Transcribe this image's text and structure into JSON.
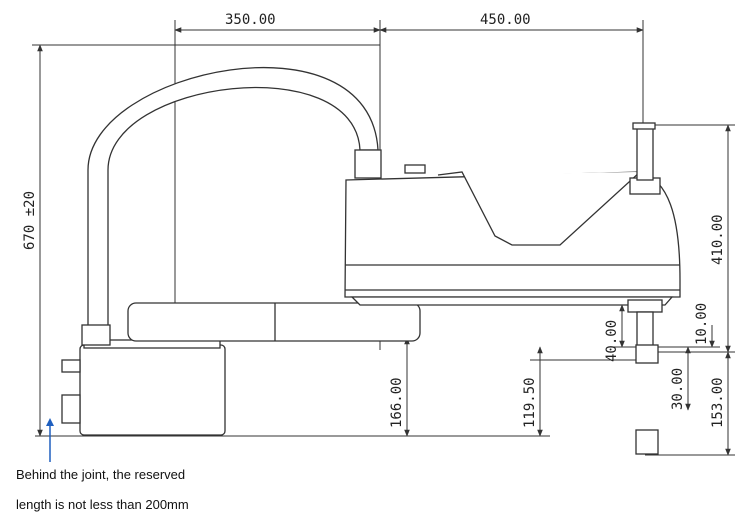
{
  "dimensions": {
    "arm_length_1": "350.00",
    "arm_length_2": "450.00",
    "total_height": "670 ±20",
    "stroke_height": "410.00",
    "base_to_arm": "166.00",
    "base_to_flange": "119.50",
    "flange_offset_top": "40.00",
    "flange_thickness": "10.00",
    "flange_height": "30.00",
    "shaft_bottom": "153.00"
  },
  "note": {
    "line1": "Behind the joint, the reserved",
    "line2": "length is not less than 200mm"
  },
  "colors": {
    "line": "#333333",
    "arrow": "#1f5fbf"
  }
}
